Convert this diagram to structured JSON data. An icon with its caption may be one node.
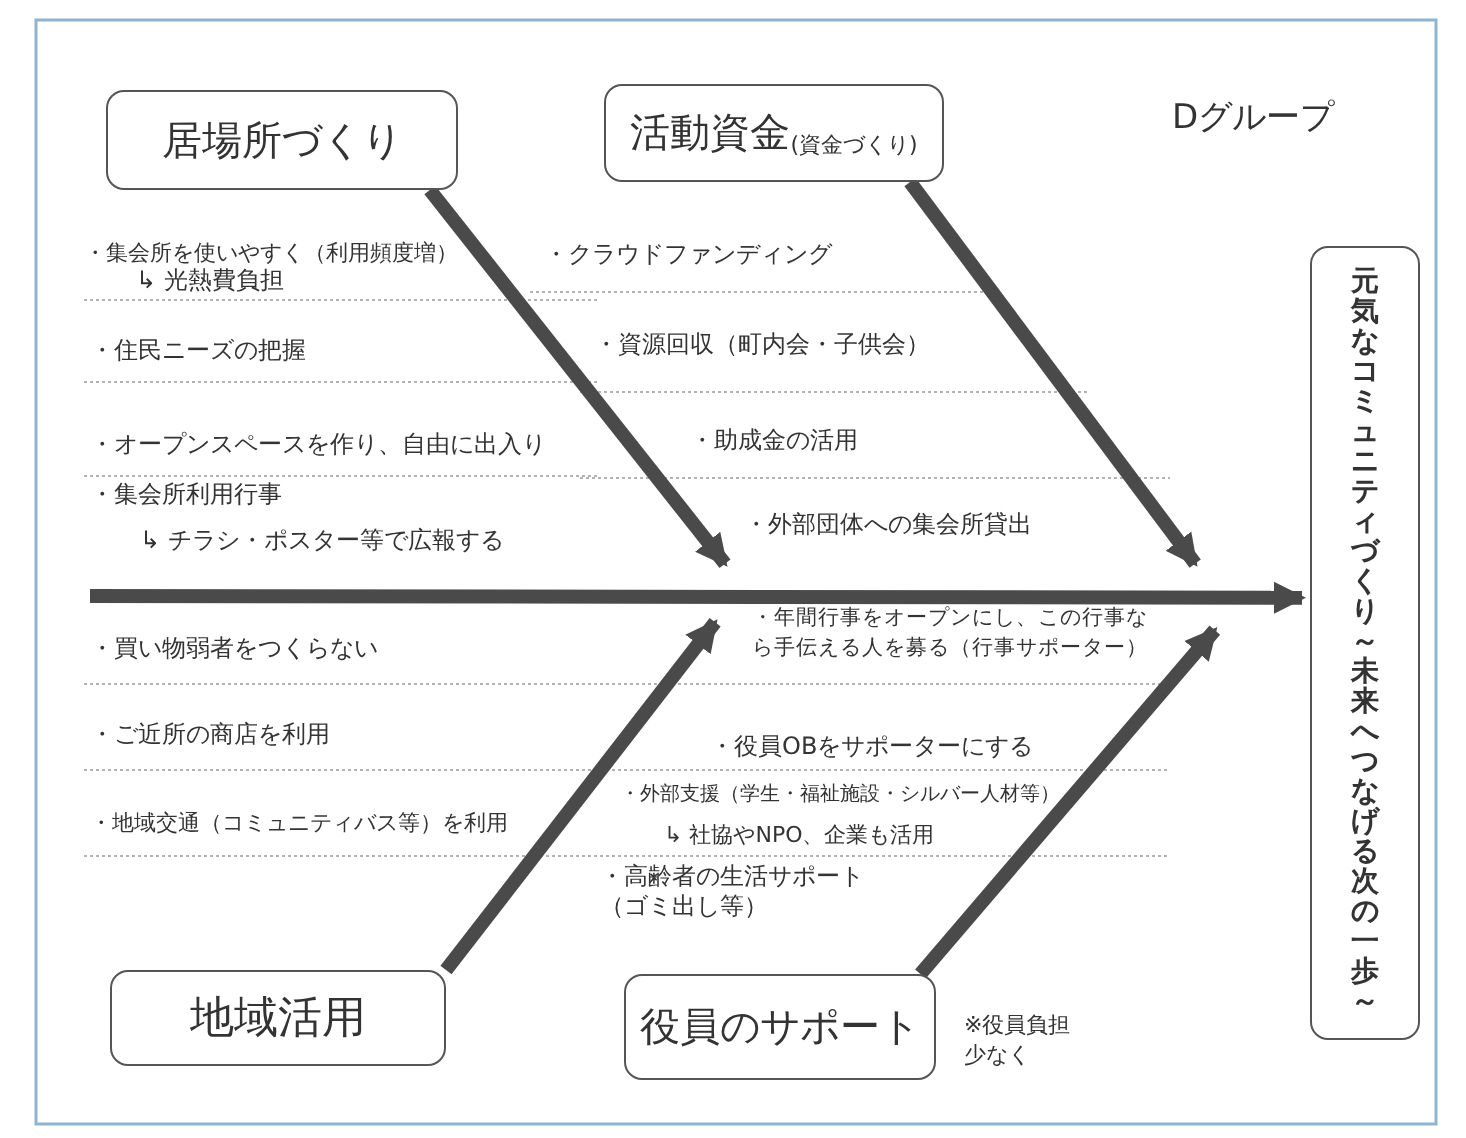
{
  "diagram": {
    "nodes": [
      {
        "text": [
          "居場所づくり"
        ]
      },
      {
        "text": [
          "活動資金",
          "(資金づくり)"
        ]
      },
      {
        "text": [
          "地域活用"
        ]
      },
      {
        "text": [
          "役員のサポート"
        ],
        "beside": [
          "※役員負担少なく"
        ]
      },
      {
        "text": [
          "元気なコミュニティづくり～未来へつなげる次の一歩～"
        ]
      }
    ],
    "edges": [
      {
        "from": null,
        "to": 4,
        "arrow": "to"
      },
      {
        "from": 0,
        "to": null,
        "arrow": "to"
      },
      {
        "from": 1,
        "to": null,
        "arrow": "to"
      },
      {
        "from": 2,
        "to": null,
        "arrow": "to"
      },
      {
        "from": 3,
        "to": null,
        "arrow": "to"
      }
    ],
    "labels": [
      "Dグループ",
      "・集会所を使いやすく（利用頻度増）",
      "↳ 光熱費負担",
      "・クラウドファンディング",
      "・資源回収（町内会・子供会）",
      "・住民ニーズの把握",
      "・助成金の活用",
      "・オープンスペースを作り、自由に出入り",
      "・集会所利用行事",
      "・外部団体への集会所貸出",
      "↳ チラシ・ポスター等で広報する",
      "・年間行事をオープンにし、この行事なら手伝える人を募る（行事サポーター）",
      "・買い物弱者をつくらない",
      "・ご近所の商店を利用",
      "・役員OBをサポーターにする",
      "・外部支援（学生・福祉施設・シルバー人材等）",
      "↳ 社協やNPO、企業も活用",
      "・地域交通（コミュニティバス等）を利用",
      "・高齢者の生活サポート（ゴミ出し等）"
    ]
  }
}
